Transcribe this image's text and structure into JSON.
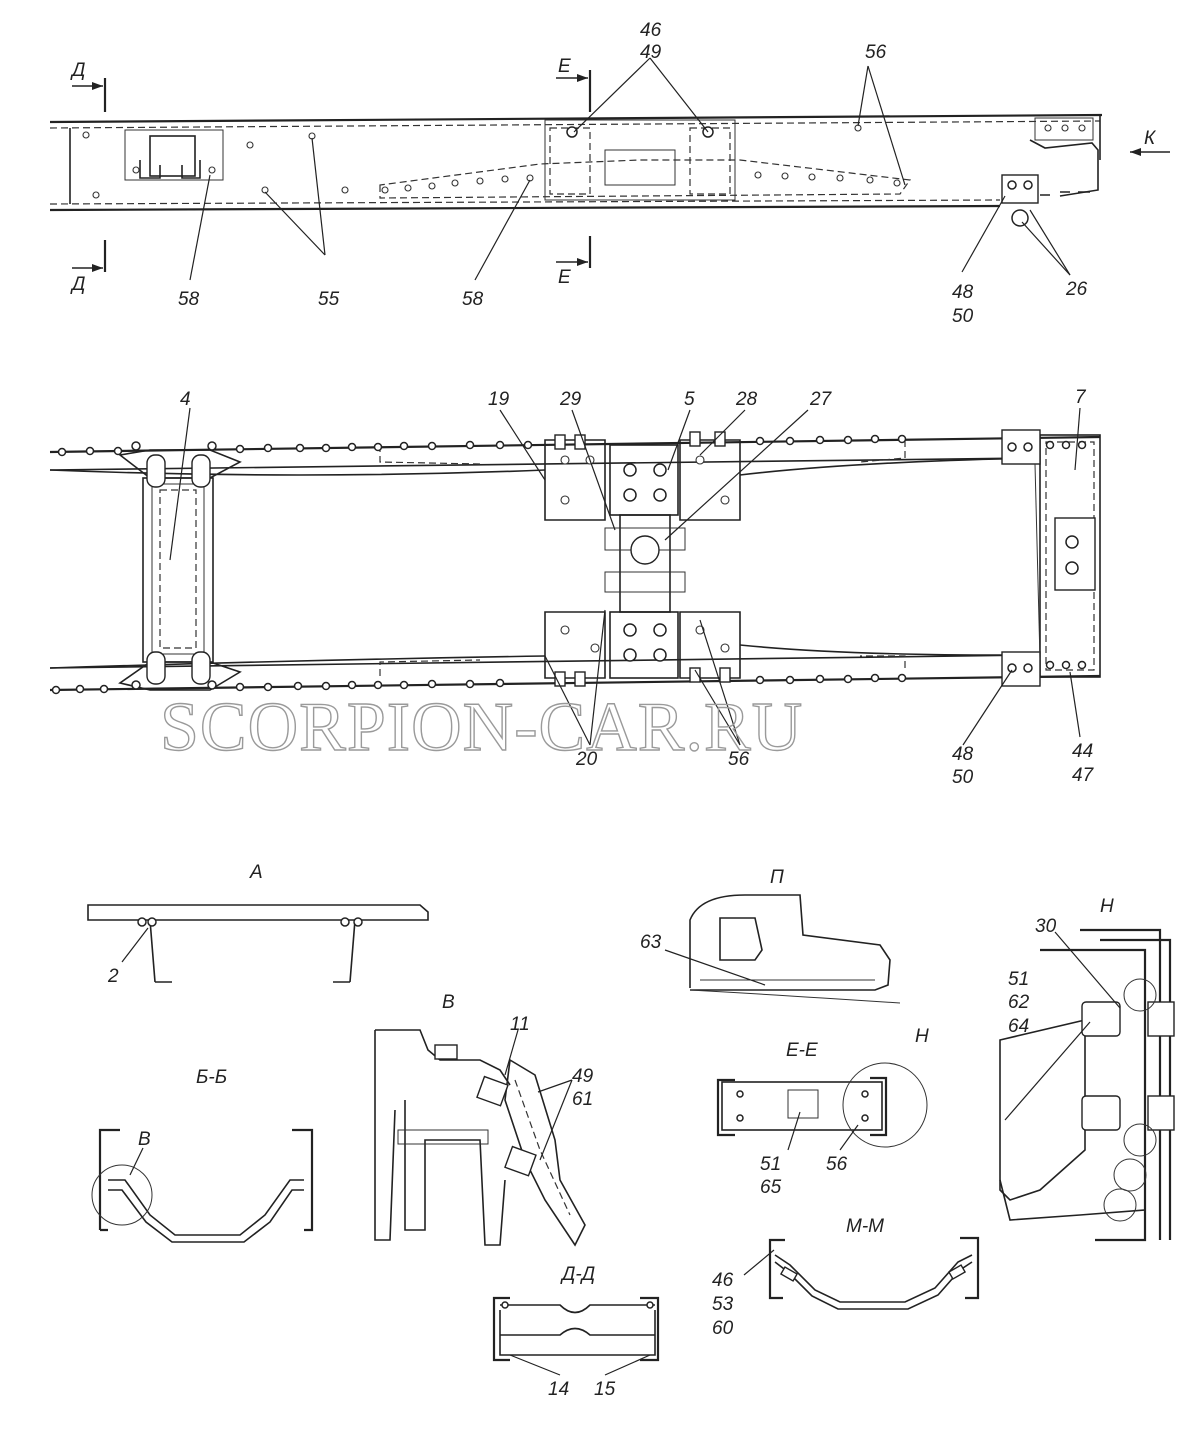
{
  "watermark": "SCORPION-CAR.RU",
  "top_view": {
    "section_cut_marks": [
      "Д",
      "Д",
      "Е",
      "Е"
    ],
    "view_arrow_label": "К",
    "part_labels": {
      "p46": "46",
      "p49": "49",
      "p56": "56",
      "p58a": "58",
      "p55": "55",
      "p58b": "58",
      "p48": "48",
      "p50": "50",
      "p26": "26"
    }
  },
  "plan_view": {
    "part_labels": {
      "p4": "4",
      "p19": "19",
      "p29": "29",
      "p5": "5",
      "p28": "28",
      "p27": "27",
      "p7": "7",
      "p20": "20",
      "p56": "56",
      "p48": "48",
      "p50": "50",
      "p44": "44",
      "p47": "47"
    }
  },
  "detail_views": {
    "A": {
      "title": "А",
      "labels": [
        "2"
      ]
    },
    "BB": {
      "title": "Б-Б",
      "labels": [
        "В"
      ]
    },
    "V": {
      "title": "В",
      "labels": [
        "11",
        "49",
        "61"
      ]
    },
    "P": {
      "title": "П",
      "labels": [
        "63"
      ]
    },
    "EE": {
      "title": "Е-Е",
      "labels": [
        "Н",
        "51",
        "65",
        "56"
      ]
    },
    "N": {
      "title": "Н",
      "labels": [
        "30",
        "51",
        "62",
        "64"
      ]
    },
    "DD": {
      "title": "Д-Д",
      "labels": [
        "14",
        "15"
      ]
    },
    "MM": {
      "title": "М-М",
      "labels": [
        "46",
        "53",
        "60"
      ]
    }
  }
}
